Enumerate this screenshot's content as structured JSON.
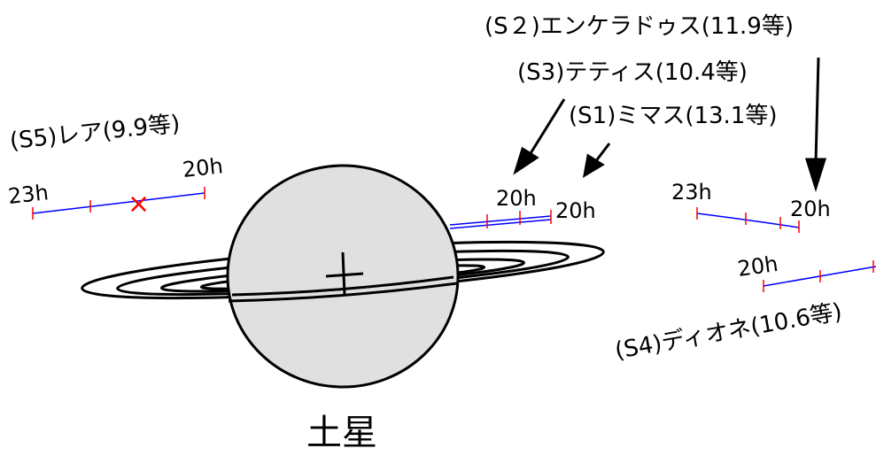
{
  "planet": {
    "name": "土星",
    "body_color": "#e0e0e0",
    "outline_color": "#000000"
  },
  "orbit_line_color": "#0000ff",
  "tick_color": "#ff0000",
  "moons": [
    {
      "id": "S1",
      "label": "(S1)ミマス(13.1等)",
      "time_labels": [
        "20h"
      ]
    },
    {
      "id": "S2",
      "label": "(S２)エンケラドゥス(11.9等)",
      "time_labels": [
        "20h"
      ]
    },
    {
      "id": "S3",
      "label": "(S3)テティス(10.4等)",
      "time_labels": [
        "20h"
      ]
    },
    {
      "id": "S4",
      "label": "(S4)ディオネ(10.6等)",
      "time_labels": [
        "20h"
      ]
    },
    {
      "id": "S5",
      "label": "(S5)レア(9.9等)",
      "time_labels": [
        "23h",
        "20h"
      ],
      "marker": "×"
    }
  ],
  "s2_start_label": "23h"
}
